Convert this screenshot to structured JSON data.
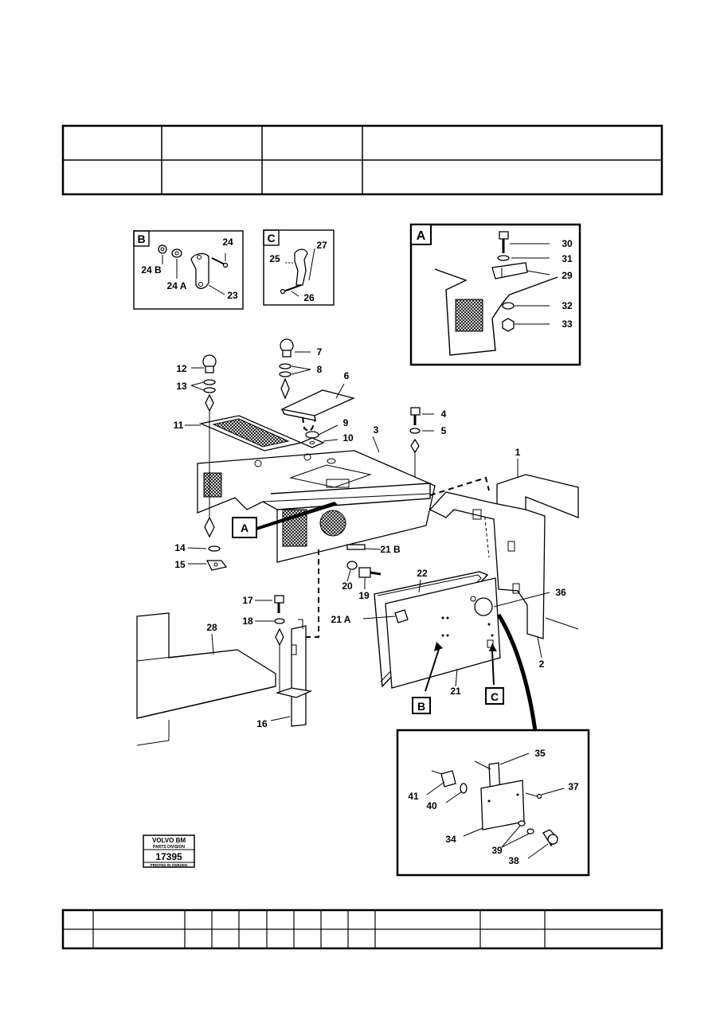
{
  "header_table": {
    "rows": 2,
    "columns": 4
  },
  "footer_table": {
    "rows": 2,
    "columns": 12
  },
  "insets": {
    "B": {
      "letter": "B",
      "labels": {
        "p24": "24",
        "p24B": "24 B",
        "p24A": "24 A",
        "p23": "23"
      }
    },
    "C": {
      "letter": "C",
      "labels": {
        "p27": "27",
        "p25": "25",
        "p26": "26"
      }
    },
    "A": {
      "letter": "A",
      "labels": {
        "p30": "30",
        "p31": "31",
        "p29": "29",
        "p32": "32",
        "p33": "33"
      }
    },
    "detail": {
      "labels": {
        "p35": "35",
        "p41": "41",
        "p37": "37",
        "p40": "40",
        "p34": "34",
        "p39": "39",
        "p38": "38"
      }
    }
  },
  "main_labels": {
    "p1": "1",
    "p2": "2",
    "p3": "3",
    "p4": "4",
    "p5": "5",
    "p6": "6",
    "p7": "7",
    "p8": "8",
    "p9": "9",
    "p10": "10",
    "p11": "11",
    "p12": "12",
    "p13": "13",
    "p14": "14",
    "p15": "15",
    "p16": "16",
    "p17": "17",
    "p18": "18",
    "p19": "19",
    "p20": "20",
    "p21": "21",
    "p21A": "21 A",
    "p21B": "21 B",
    "p22": "22",
    "p28": "28",
    "p36": "36"
  },
  "callouts": {
    "A": "A",
    "B": "B",
    "C": "C"
  },
  "stamp": {
    "brand": "VOLVO BM",
    "division": "PARTS DIVISION",
    "number": "17395",
    "printed": "PRINTED IN SWEDEN"
  }
}
